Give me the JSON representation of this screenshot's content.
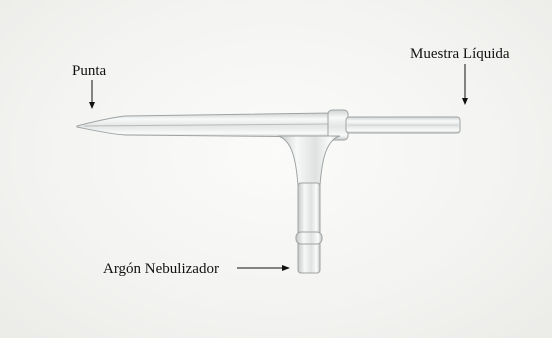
{
  "labels": {
    "tip": "Punta",
    "liquid_sample": "Muestra Líquida",
    "argon": "Argón Nebulizador"
  },
  "colors": {
    "background": "#f3f3f1",
    "glass_edge": "#9fa3a3",
    "glass_highlight": "#ffffff",
    "glass_fill": "#e4e7e6",
    "arrow": "#111111",
    "text": "#111111"
  }
}
